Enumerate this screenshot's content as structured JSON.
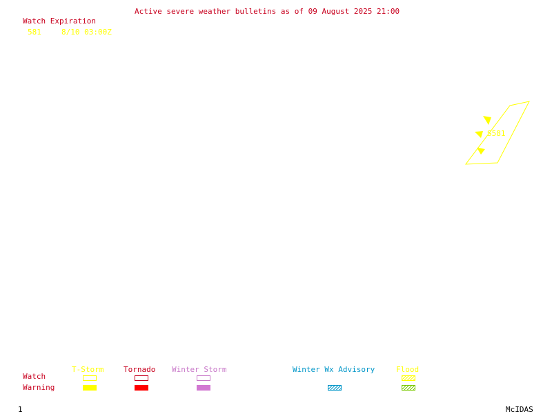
{
  "title": "Active severe weather bulletins as of 09 August 2025 21:00",
  "watch_list": {
    "header": "Watch Expiration",
    "items": [
      {
        "id": "581",
        "expiration": "8/10 03:00Z"
      }
    ]
  },
  "map": {
    "watch_label": "S581",
    "watch_color": "#ffff00"
  },
  "legend": {
    "row_labels": {
      "watch": "Watch",
      "warning": "Warning"
    },
    "categories": [
      {
        "name": "T-Storm",
        "color": "#ffff00"
      },
      {
        "name": "Tornado",
        "color": "#c8001e"
      },
      {
        "name": "Winter Storm",
        "color": "#c878c8"
      },
      {
        "name": "Winter Wx Advisory",
        "color": "#0096c8"
      },
      {
        "name": "Flood",
        "color": "#ffff00"
      }
    ]
  },
  "footer": {
    "page": "1",
    "brand": "McIDAS"
  }
}
